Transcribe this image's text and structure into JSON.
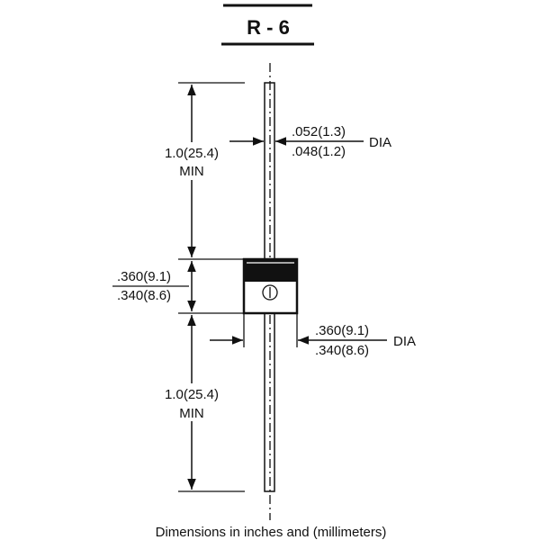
{
  "title": "R - 6",
  "lead_length_top": {
    "value": "1.0(25.4)",
    "note": "MIN"
  },
  "lead_length_bottom": {
    "value": "1.0(25.4)",
    "note": "MIN"
  },
  "body_length": {
    "max": ".360(9.1)",
    "min": ".340(8.6)"
  },
  "lead_diameter": {
    "max": ".052(1.3)",
    "min": ".048(1.2)",
    "label": "DIA"
  },
  "body_diameter": {
    "max": ".360(9.1)",
    "min": ".340(8.6)",
    "label": "DIA"
  },
  "footer": "Dimensions in inches and (millimeters)"
}
